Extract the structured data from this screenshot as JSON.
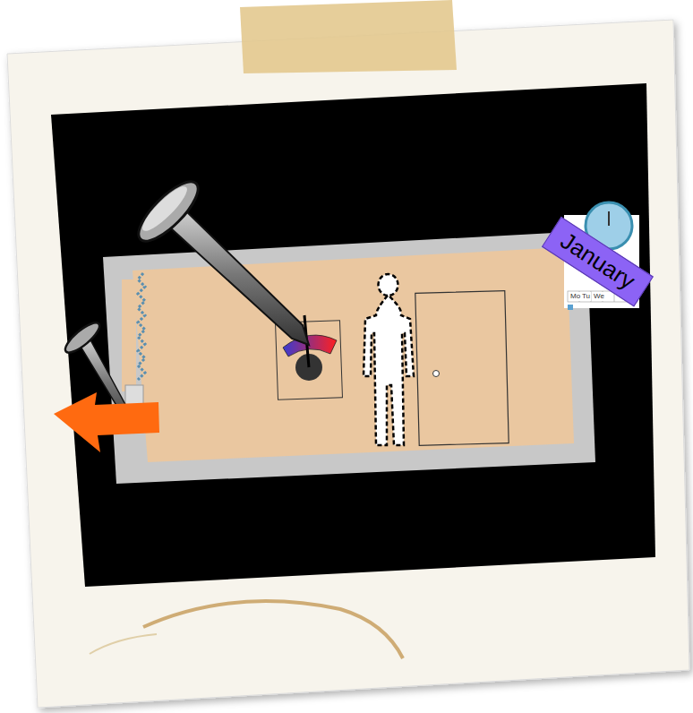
{
  "diagram": {
    "nodes": [
      {
        "text": [
          "January"
        ]
      }
    ],
    "labels": [
      "Mo",
      "Tu",
      "We"
    ]
  }
}
